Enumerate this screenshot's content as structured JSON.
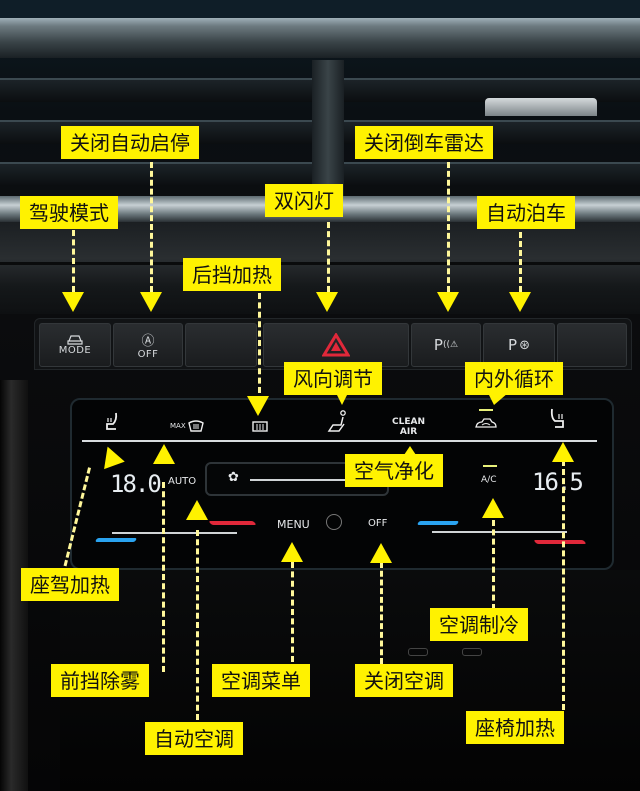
{
  "image_subject": "Car center console climate control panel with Chinese callout labels",
  "hardware_buttons": [
    {
      "id": "mode",
      "icon": "car-mode-icon",
      "label": "MODE"
    },
    {
      "id": "auto-start-stop",
      "icon": "circle-a-icon",
      "label": "OFF",
      "icon_glyph": "Ⓐ"
    },
    {
      "id": "blank",
      "icon": "",
      "label": ""
    },
    {
      "id": "hazard",
      "icon": "hazard-triangle-icon",
      "label": ""
    },
    {
      "id": "park-distance",
      "icon": "parking-sensor-icon",
      "label": "P",
      "suffix": "((⚠"
    },
    {
      "id": "park-assist",
      "icon": "parking-assist-icon",
      "label": "P",
      "suffix": "⊛"
    },
    {
      "id": "blank-right",
      "icon": "",
      "label": ""
    }
  ],
  "climate_panel": {
    "top_icons": [
      {
        "id": "driver-seat-heat",
        "icon": "seat-heat-icon",
        "label": ""
      },
      {
        "id": "front-defrost",
        "icon": "front-defrost-icon",
        "label": "MAX"
      },
      {
        "id": "rear-defrost",
        "icon": "rear-defrost-icon",
        "label": ""
      },
      {
        "id": "air-direction",
        "icon": "air-direction-seat-icon",
        "label": ""
      },
      {
        "id": "clean-air",
        "icon": "",
        "label_line1": "CLEAN",
        "label_line2": "AIR"
      },
      {
        "id": "recirculation",
        "icon": "recirculation-car-icon",
        "label": ""
      },
      {
        "id": "passenger-seat-heat",
        "icon": "seat-heat-icon",
        "label": ""
      }
    ],
    "left_temp": "18.0",
    "right_temp": "16.5",
    "auto_label": "AUTO",
    "ac_label": "A/C",
    "menu_label": "MENU",
    "off_label": "OFF",
    "fan_icon": "fan-icon"
  },
  "callouts": [
    {
      "id": "auto-start-stop-off",
      "text": "关闭自动启停"
    },
    {
      "id": "parking-radar-off",
      "text": "关闭倒车雷达"
    },
    {
      "id": "drive-mode",
      "text": "驾驶模式"
    },
    {
      "id": "hazard-lights",
      "text": "双闪灯"
    },
    {
      "id": "auto-parking",
      "text": "自动泊车"
    },
    {
      "id": "rear-window-heat",
      "text": "后挡加热"
    },
    {
      "id": "air-direction",
      "text": "风向调节"
    },
    {
      "id": "recirculation",
      "text": "内外循环"
    },
    {
      "id": "air-purification",
      "text": "空气净化"
    },
    {
      "id": "driver-seat-heat",
      "text": "座驾加热"
    },
    {
      "id": "ac-cooling",
      "text": "空调制冷"
    },
    {
      "id": "front-defog",
      "text": "前挡除雾"
    },
    {
      "id": "ac-menu",
      "text": "空调菜单"
    },
    {
      "id": "ac-off",
      "text": "关闭空调"
    },
    {
      "id": "auto-ac",
      "text": "自动空调"
    },
    {
      "id": "seat-heat",
      "text": "座椅加热"
    }
  ],
  "colors": {
    "callout_bg": "#fff200",
    "callout_text": "#111111",
    "dash_line": "#fff79a",
    "hazard_red": "#e0283a",
    "cold_blue": "#2aa3f0",
    "hot_red": "#e0283a"
  }
}
